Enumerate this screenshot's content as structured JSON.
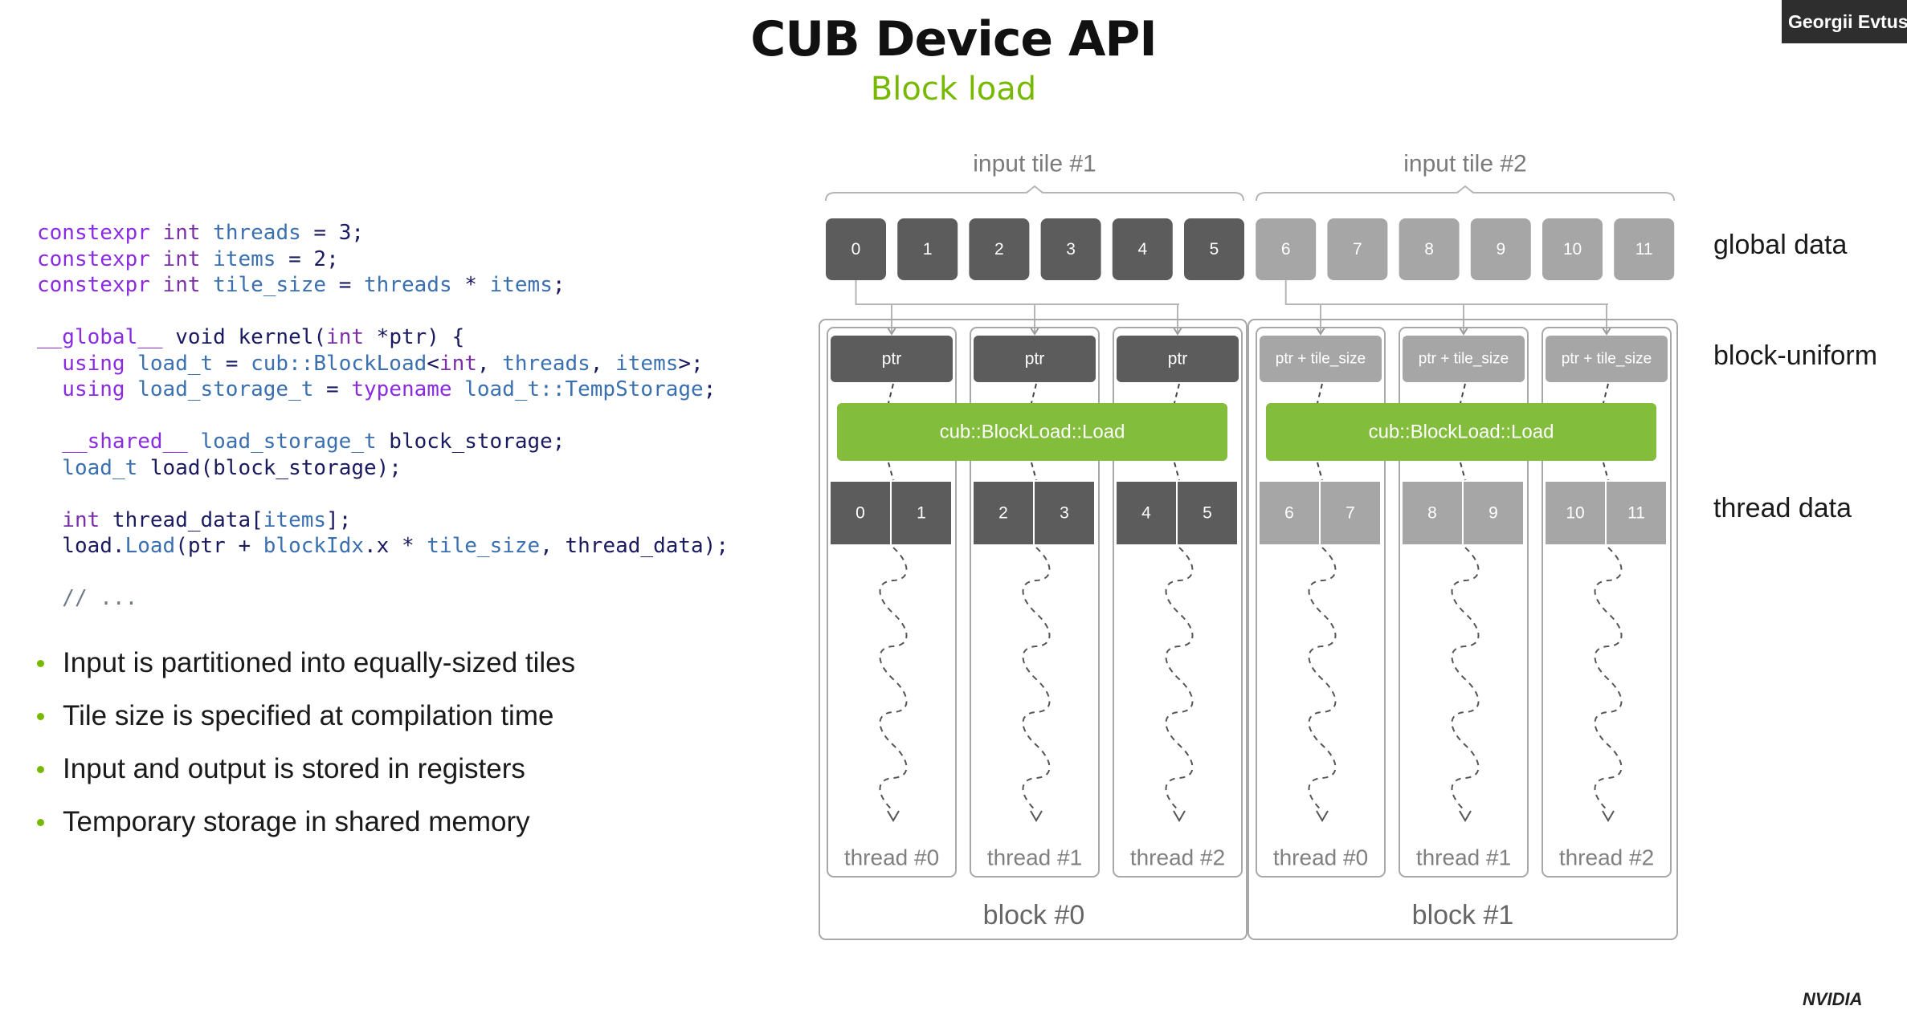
{
  "slide": {
    "title": "CUB Device API",
    "subtitle": "Block load",
    "presenter": "Georgii Evtush",
    "logo": "NVIDIA"
  },
  "code_lines": [
    [
      {
        "t": "constexpr ",
        "c": "kw"
      },
      {
        "t": "int ",
        "c": "ty"
      },
      {
        "t": "threads",
        "c": "id"
      },
      {
        "t": " = ",
        "c": "nm"
      },
      {
        "t": "3",
        "c": "nm"
      },
      {
        "t": ";",
        "c": "nm"
      }
    ],
    [
      {
        "t": "constexpr ",
        "c": "kw"
      },
      {
        "t": "int ",
        "c": "ty"
      },
      {
        "t": "items",
        "c": "id"
      },
      {
        "t": " = ",
        "c": "nm"
      },
      {
        "t": "2",
        "c": "nm"
      },
      {
        "t": ";",
        "c": "nm"
      }
    ],
    [
      {
        "t": "constexpr ",
        "c": "kw"
      },
      {
        "t": "int ",
        "c": "ty"
      },
      {
        "t": "tile_size",
        "c": "id"
      },
      {
        "t": " = ",
        "c": "nm"
      },
      {
        "t": "threads",
        "c": "id"
      },
      {
        "t": " * ",
        "c": "nm"
      },
      {
        "t": "items",
        "c": "id"
      },
      {
        "t": ";",
        "c": "nm"
      }
    ],
    [],
    [
      {
        "t": "__global__ ",
        "c": "kw"
      },
      {
        "t": "void ",
        "c": "nm"
      },
      {
        "t": "kernel",
        "c": "nm"
      },
      {
        "t": "(",
        "c": "nm"
      },
      {
        "t": "int ",
        "c": "ty"
      },
      {
        "t": "*ptr) {",
        "c": "nm"
      }
    ],
    [
      {
        "t": "  using ",
        "c": "kw"
      },
      {
        "t": "load_t",
        "c": "id"
      },
      {
        "t": " = ",
        "c": "nm"
      },
      {
        "t": "cub::BlockLoad",
        "c": "id"
      },
      {
        "t": "<",
        "c": "nm"
      },
      {
        "t": "int",
        "c": "ty"
      },
      {
        "t": ", ",
        "c": "nm"
      },
      {
        "t": "threads",
        "c": "id"
      },
      {
        "t": ", ",
        "c": "nm"
      },
      {
        "t": "items",
        "c": "id"
      },
      {
        "t": ">;",
        "c": "nm"
      }
    ],
    [
      {
        "t": "  using ",
        "c": "kw"
      },
      {
        "t": "load_storage_t",
        "c": "id"
      },
      {
        "t": " = ",
        "c": "nm"
      },
      {
        "t": "typename ",
        "c": "kw"
      },
      {
        "t": "load_t::TempStorage",
        "c": "id"
      },
      {
        "t": ";",
        "c": "nm"
      }
    ],
    [],
    [
      {
        "t": "  __shared__ ",
        "c": "kw"
      },
      {
        "t": "load_storage_t",
        "c": "id"
      },
      {
        "t": " block_storage;",
        "c": "nm"
      }
    ],
    [
      {
        "t": "  load_t",
        "c": "id"
      },
      {
        "t": " load(block_storage);",
        "c": "nm"
      }
    ],
    [],
    [
      {
        "t": "  int ",
        "c": "ty"
      },
      {
        "t": "thread_data[",
        "c": "nm"
      },
      {
        "t": "items",
        "c": "id"
      },
      {
        "t": "];",
        "c": "nm"
      }
    ],
    [
      {
        "t": "  load.",
        "c": "nm"
      },
      {
        "t": "Load",
        "c": "id"
      },
      {
        "t": "(ptr + ",
        "c": "nm"
      },
      {
        "t": "blockIdx",
        "c": "id"
      },
      {
        "t": ".x * ",
        "c": "nm"
      },
      {
        "t": "tile_size",
        "c": "id"
      },
      {
        "t": ", thread_data);",
        "c": "nm"
      }
    ],
    [],
    [
      {
        "t": "  // ...",
        "c": "cm"
      }
    ]
  ],
  "bullets": [
    "Input is partitioned into equally-sized tiles",
    "Tile size is specified at compilation time",
    "Input and output is stored in registers",
    "Temporary storage in shared memory"
  ],
  "diagram": {
    "row_labels": {
      "global": "global data",
      "uniform": "block-uniform",
      "thread_data": "thread data"
    },
    "tiles": [
      "input tile #1",
      "input tile #2"
    ],
    "global_cells": [
      "0",
      "1",
      "2",
      "3",
      "4",
      "5",
      "6",
      "7",
      "8",
      "9",
      "10",
      "11"
    ],
    "blocks": [
      {
        "label": "block #0",
        "load_label": "cub::BlockLoad::Load",
        "threads": [
          {
            "ptr": "ptr",
            "items": [
              "0",
              "1"
            ],
            "label": "thread #0"
          },
          {
            "ptr": "ptr",
            "items": [
              "2",
              "3"
            ],
            "label": "thread #1"
          },
          {
            "ptr": "ptr",
            "items": [
              "4",
              "5"
            ],
            "label": "thread #2"
          }
        ]
      },
      {
        "label": "block #1",
        "load_label": "cub::BlockLoad::Load",
        "threads": [
          {
            "ptr": "ptr + tile_size",
            "items": [
              "6",
              "7"
            ],
            "label": "thread #0"
          },
          {
            "ptr": "ptr + tile_size",
            "items": [
              "8",
              "9"
            ],
            "label": "thread #1"
          },
          {
            "ptr": "ptr + tile_size",
            "items": [
              "10",
              "11"
            ],
            "label": "thread #2"
          }
        ]
      }
    ],
    "colors": {
      "dark": "#5c5c5c",
      "light": "#a6a6a6",
      "green": "#82bd3c",
      "border": "#a8a8a8",
      "muted_text": "#7a7a7a"
    }
  }
}
